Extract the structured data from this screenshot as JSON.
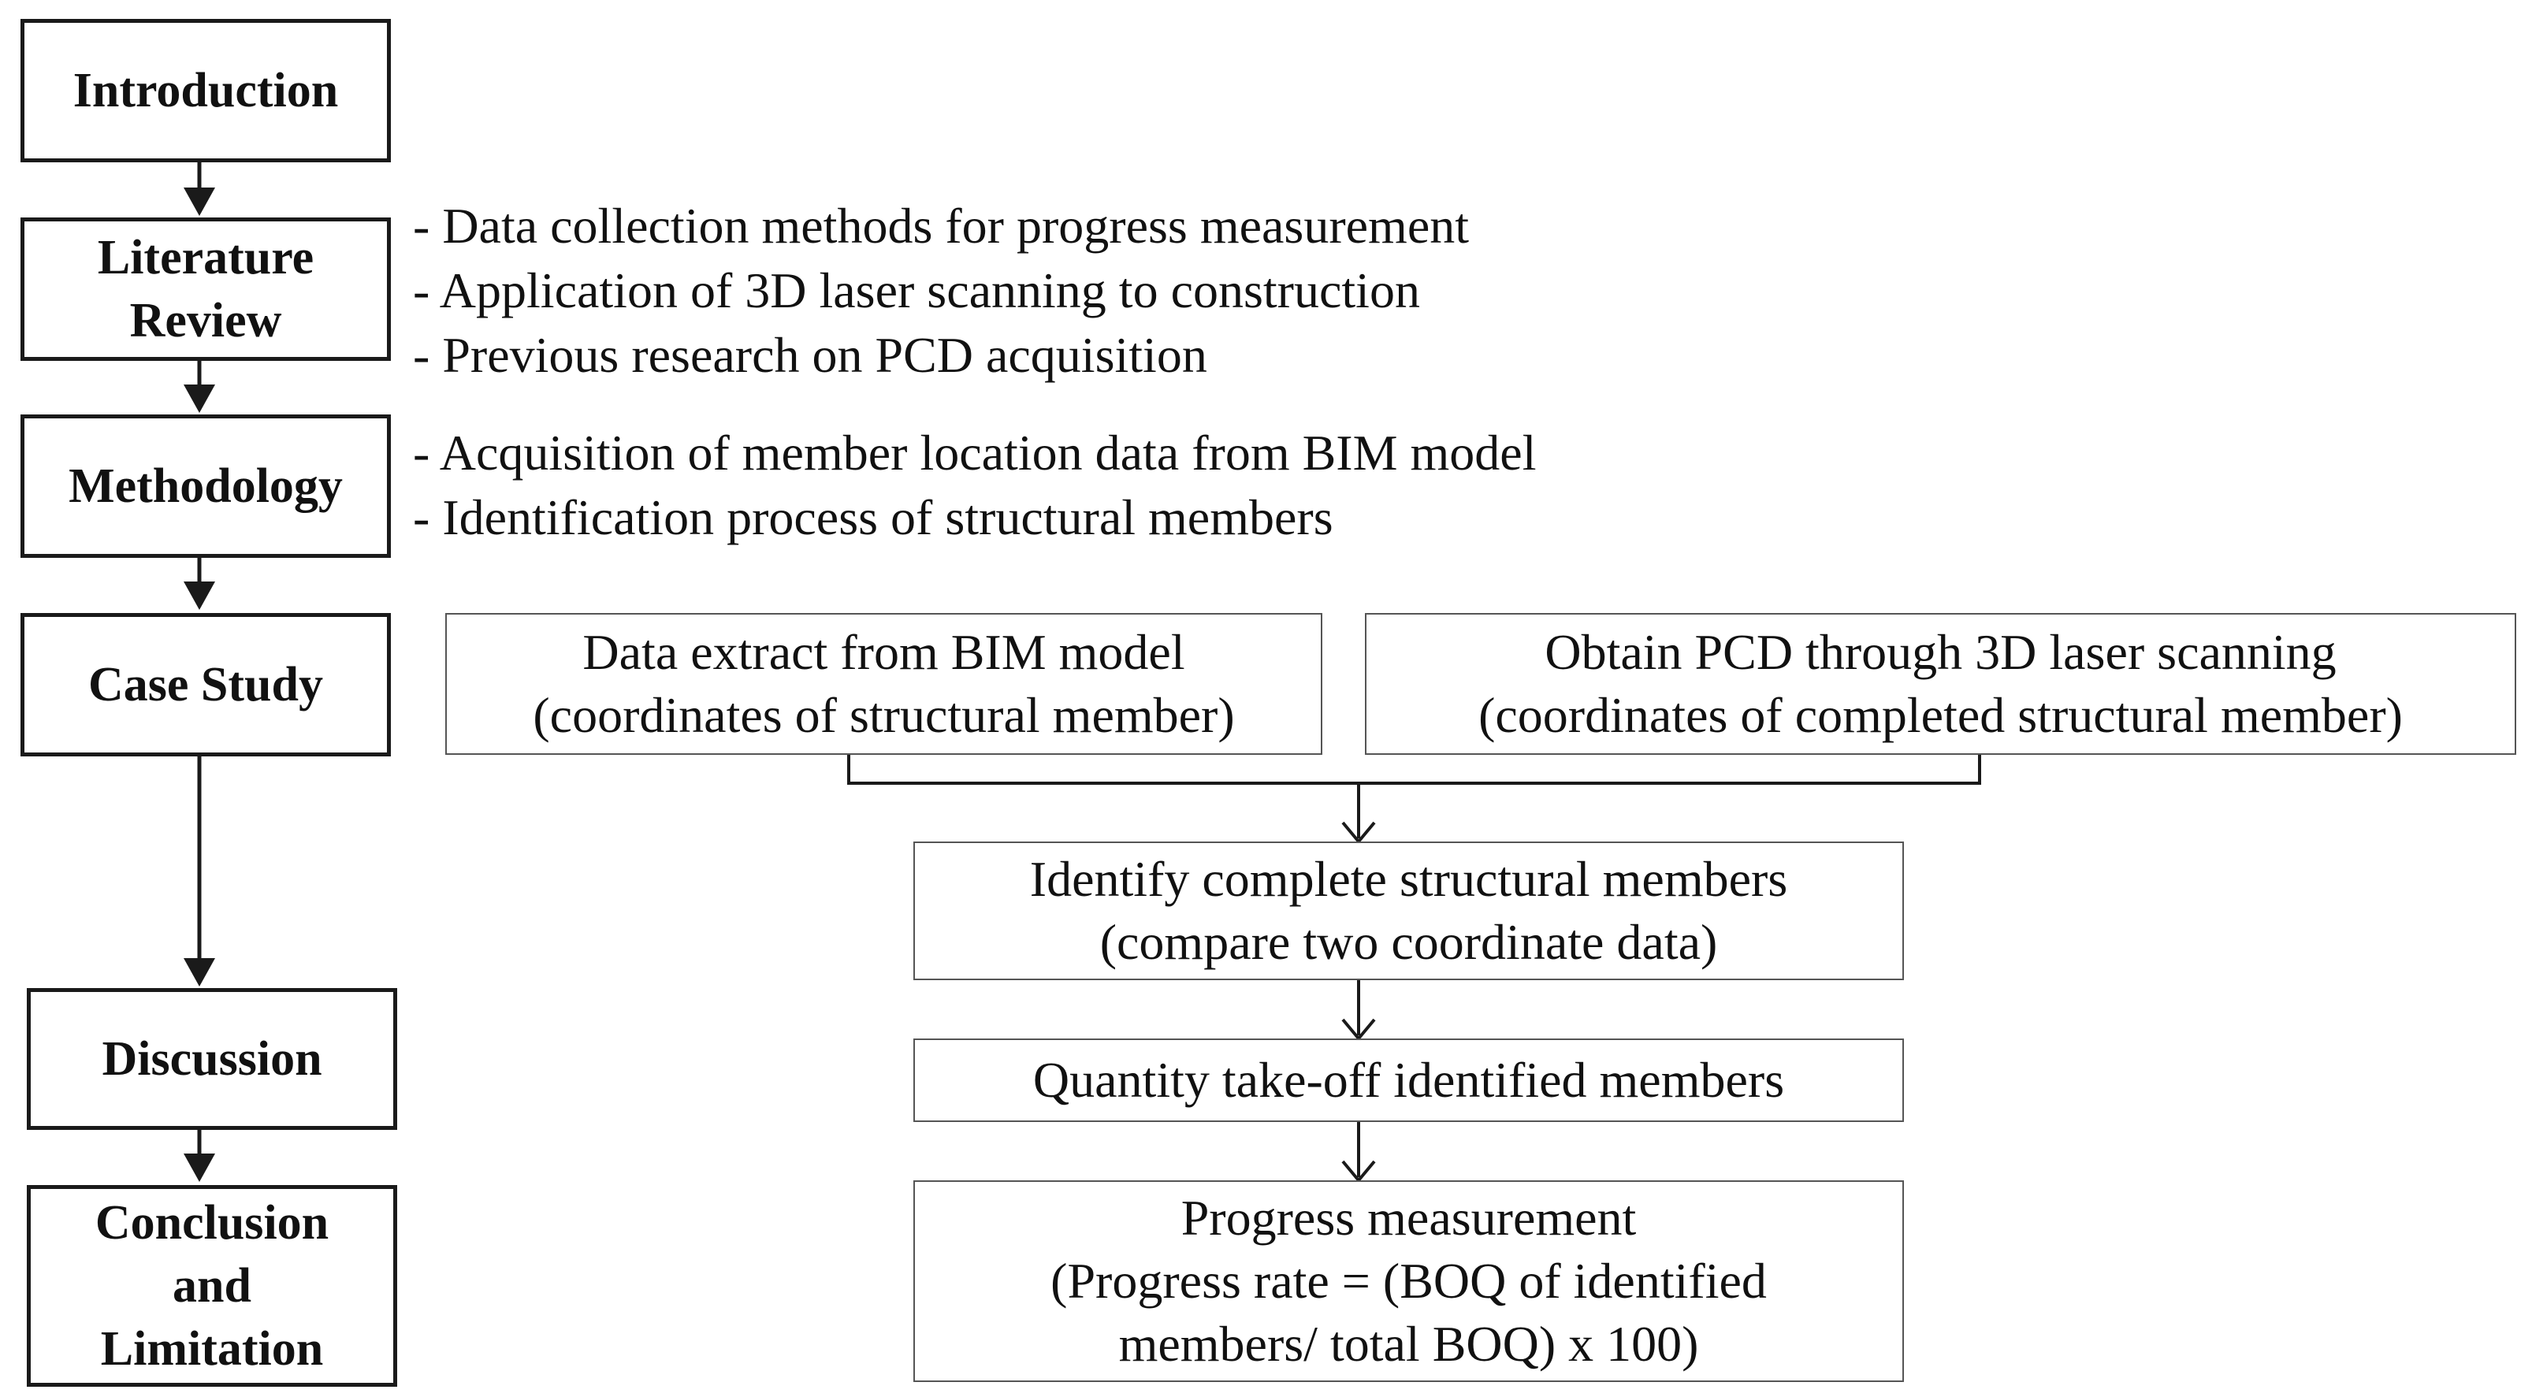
{
  "stages": [
    {
      "key": "introduction",
      "lines": [
        "Introduction"
      ]
    },
    {
      "key": "literature-review",
      "lines": [
        "Literature",
        "Review"
      ]
    },
    {
      "key": "methodology",
      "lines": [
        "Methodology"
      ]
    },
    {
      "key": "case-study",
      "lines": [
        "Case Study"
      ]
    },
    {
      "key": "discussion",
      "lines": [
        "Discussion"
      ]
    },
    {
      "key": "conclusion",
      "lines": [
        "Conclusion",
        "and",
        "Limitation"
      ]
    }
  ],
  "literature_notes": [
    "- Data collection methods for progress measurement",
    "- Application of 3D laser scanning to construction",
    "- Previous research on PCD acquisition"
  ],
  "methodology_notes": [
    "- Acquisition of member location data from BIM model",
    "- Identification process of structural members"
  ],
  "process": {
    "bim_extract": [
      "Data extract from BIM model",
      "(coordinates of structural member)"
    ],
    "pcd_scan": [
      "Obtain PCD through 3D laser scanning",
      "(coordinates of completed structural member)"
    ],
    "identify": [
      "Identify complete structural members",
      "(compare two coordinate data)"
    ],
    "quantity": [
      "Quantity take-off identified members"
    ],
    "progress": [
      "Progress measurement",
      "(Progress rate = (BOQ of identified",
      "members/ total BOQ) x 100)"
    ]
  }
}
